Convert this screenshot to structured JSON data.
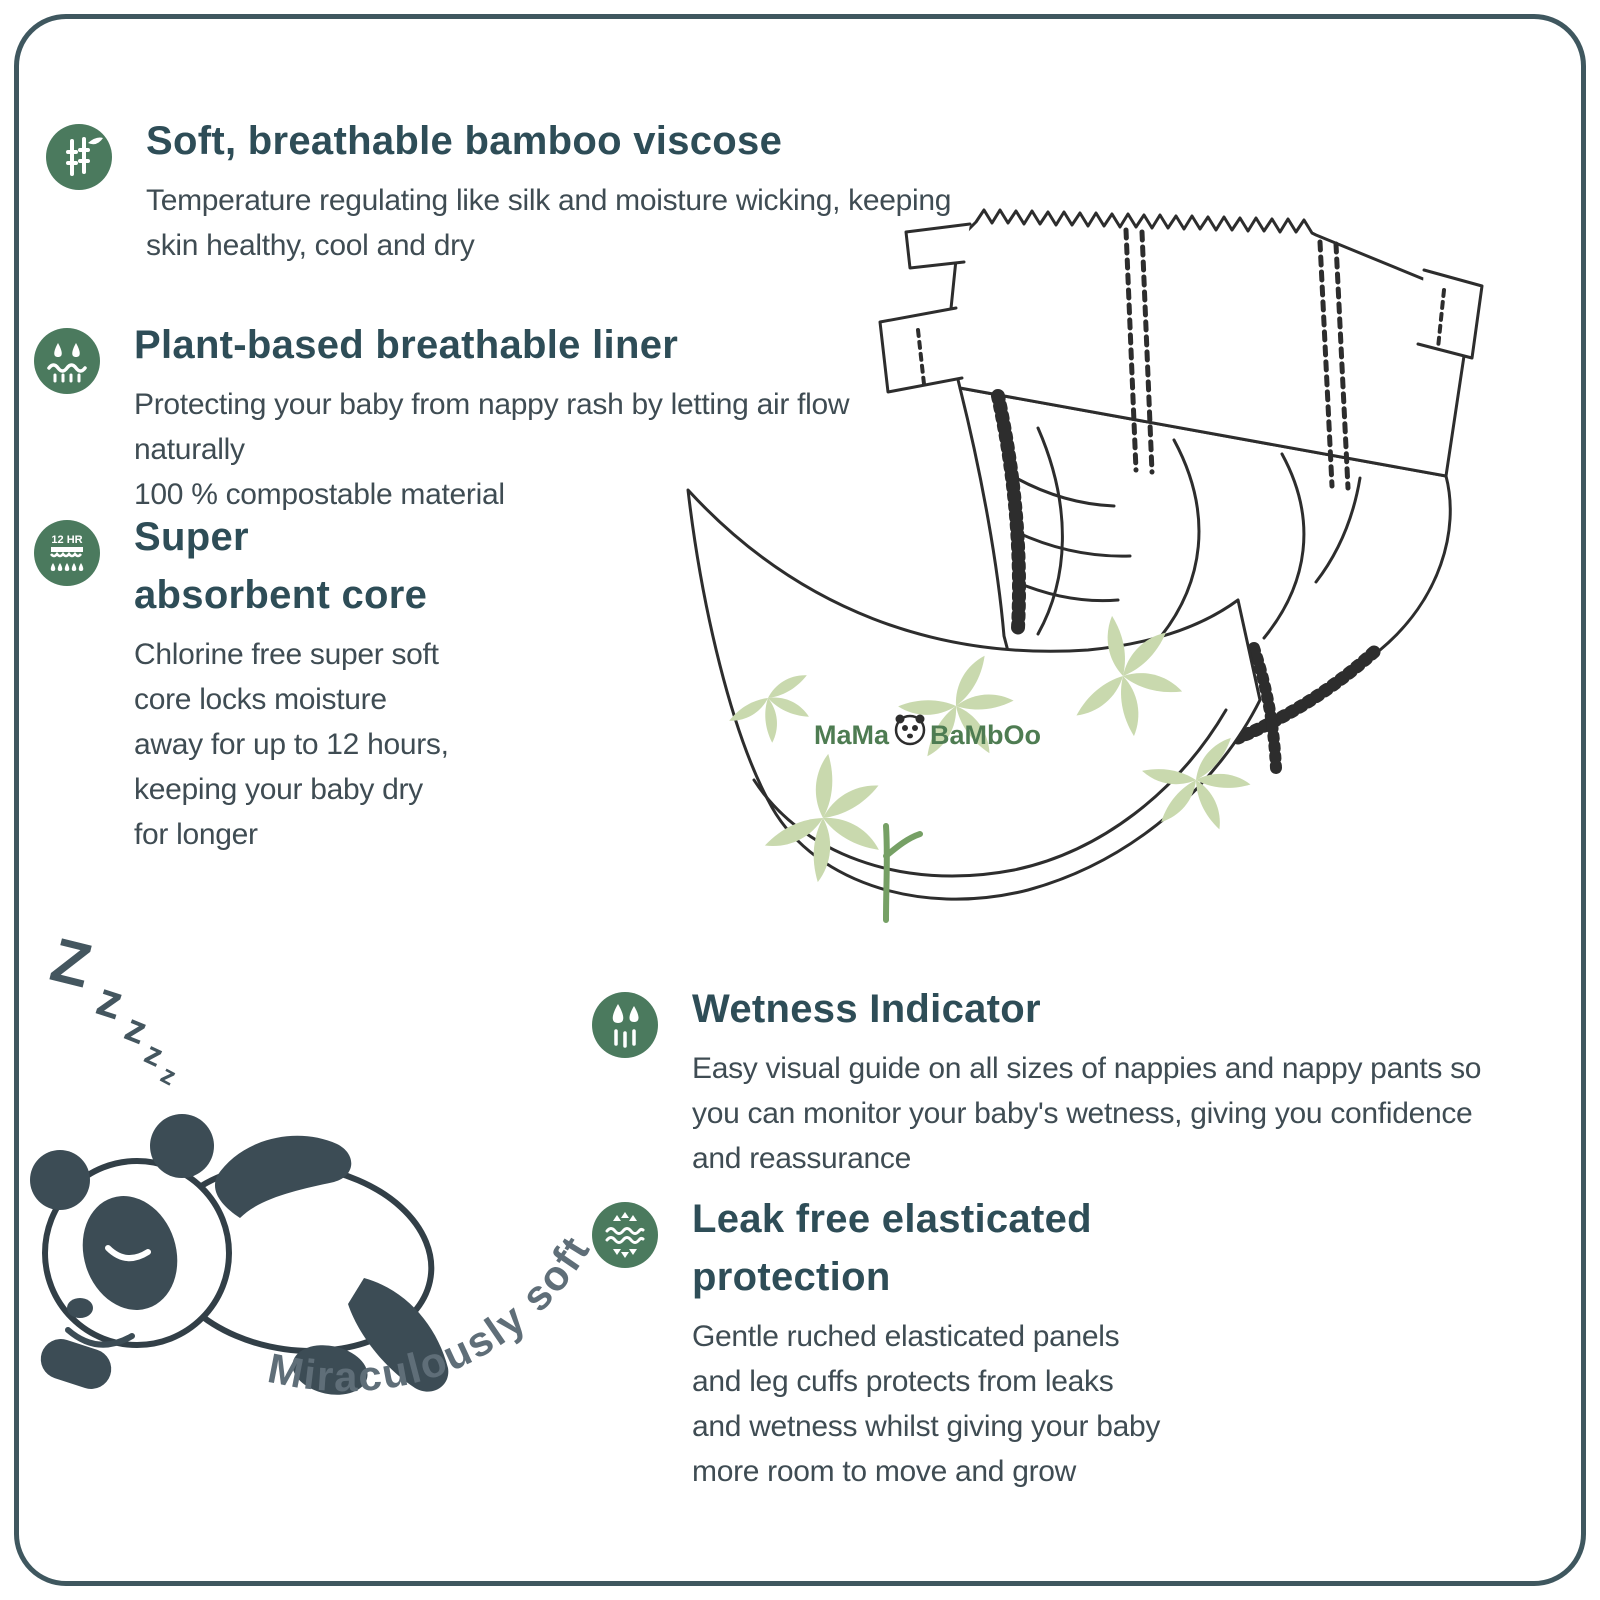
{
  "features_left": [
    {
      "icon": "bamboo-icon",
      "title": "Soft, breathable bamboo viscose",
      "description": "Temperature regulating like silk and moisture wicking, keeping\nskin healthy, cool and dry"
    },
    {
      "icon": "liner-icon",
      "title": "Plant-based breathable liner",
      "description": "Protecting your baby from nappy rash by letting air flow\nnaturally\n100 % compostable material"
    },
    {
      "icon": "absorbent-core-icon",
      "title": "Super\nabsorbent core",
      "description": "Chlorine free super soft\ncore locks moisture\naway for up to 12 hours,\nkeeping your baby dry\nfor longer"
    }
  ],
  "features_right": [
    {
      "icon": "wetness-icon",
      "title": "Wetness Indicator",
      "description": "Easy visual guide on all sizes of nappies and nappy pants so\nyou can monitor your baby's wetness, giving you confidence\nand reassurance"
    },
    {
      "icon": "elastic-icon",
      "title": "Leak free elasticated\nprotection",
      "description": "Gentle ruched elasticated panels\nand leg cuffs protects from leaks\nand wetness whilst giving your baby\nmore room to move and grow"
    }
  ],
  "panda": {
    "zzz": [
      "Z",
      "z",
      "z",
      "z",
      "z"
    ],
    "caption": "Miraculously soft"
  },
  "diaper": {
    "logo_left": "MaMa",
    "logo_right": "BaMbOo"
  },
  "icons": {
    "absorbent_label": "12 HR"
  },
  "colors": {
    "icon_green": "#4b7a5e",
    "title": "#2e4d57",
    "body_text": "#3f4c53",
    "frame": "#3f575f",
    "leaf_green": "#c9d9ae",
    "logo_green": "#4e7c52",
    "panda_dark": "#3c4c55"
  }
}
